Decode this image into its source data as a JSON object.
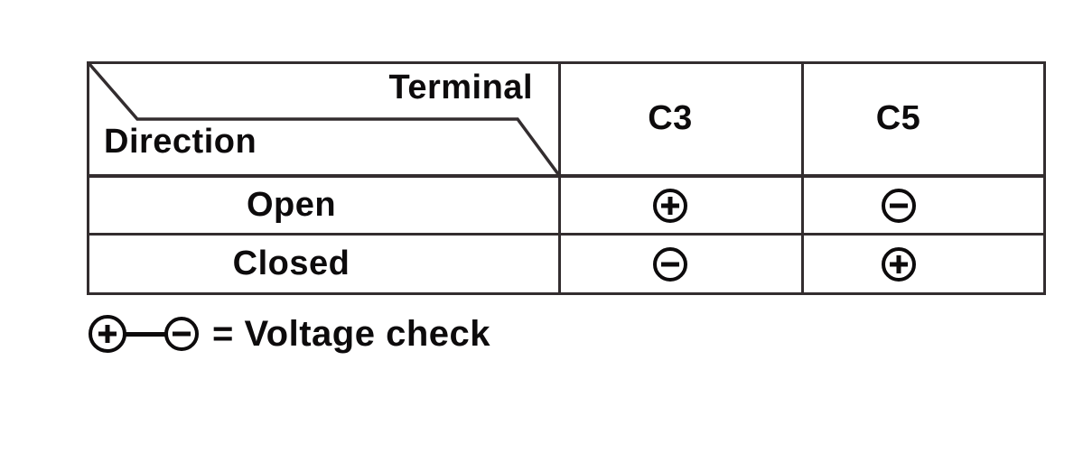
{
  "table": {
    "corner": {
      "top_right_label": "Terminal",
      "bottom_left_label": "Direction"
    },
    "column_headers": [
      "C3",
      "C5"
    ],
    "rows": [
      {
        "direction": "Open",
        "C3": "plus",
        "C5": "minus"
      },
      {
        "direction": "Closed",
        "C3": "minus",
        "C5": "plus"
      }
    ]
  },
  "legend": {
    "left_symbol": "plus",
    "right_symbol": "minus",
    "label": "= Voltage check"
  },
  "colors": {
    "line_ink": "#332d2f",
    "text_ink": "#0d0b0c",
    "background": "#ffffff"
  }
}
